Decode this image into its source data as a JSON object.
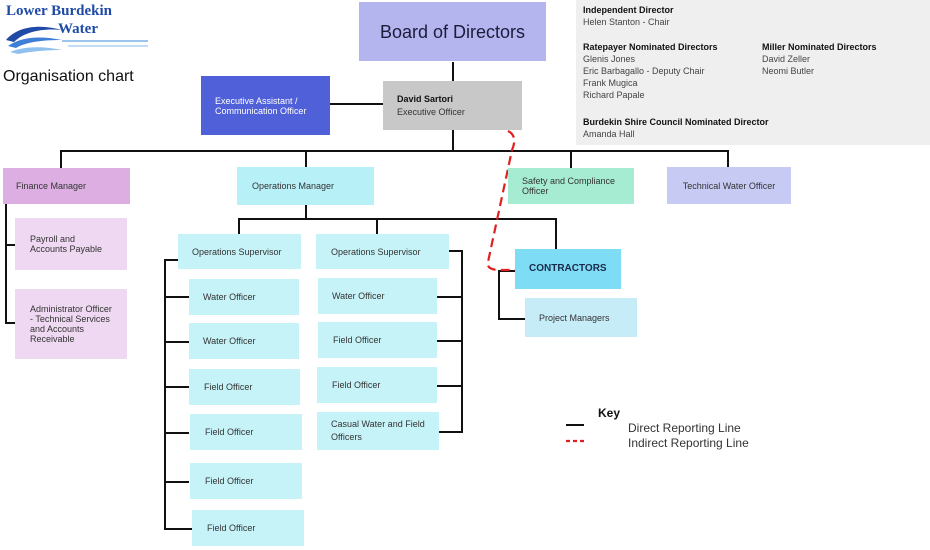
{
  "logo": {
    "line1": "Lower Burdekin",
    "line2": "Water"
  },
  "page_title": "Organisation chart",
  "board": {
    "label": "Board of Directors"
  },
  "ceo": {
    "name": "David Sartori",
    "title": "Executive Officer"
  },
  "exec_assistant": {
    "label": "Executive Assistant / Communication Officer"
  },
  "directors_panel": {
    "independent_heading": "Independent Director",
    "independent_names": [
      "Helen Stanton - Chair"
    ],
    "ratepayer_heading": "Ratepayer Nominated Directors",
    "ratepayer_names": [
      "Glenis Jones",
      "Eric Barbagallo - Deputy Chair",
      "Frank Mugica",
      "Richard Papale"
    ],
    "miller_heading": "Miller Nominated Directors",
    "miller_names": [
      "David Zeller",
      "Neomi Butler"
    ],
    "council_heading": "Burdekin Shire Council Nominated Director",
    "council_names": [
      "Amanda Hall"
    ]
  },
  "finance": {
    "manager": "Finance Manager",
    "payroll": "Payroll and Accounts Payable",
    "admin": "Administrator Officer - Technical Services and Accounts Receivable"
  },
  "operations": {
    "manager": "Operations Manager",
    "supervisor_left": "Operations Supervisor",
    "supervisor_right": "Operations Supervisor",
    "left_team": [
      "Water Officer",
      "Water Officer",
      "Field Officer",
      "Field Officer",
      "Field Officer",
      "Field Officer"
    ],
    "right_team": [
      "Water Officer",
      "Field Officer",
      "Field Officer",
      "Casual Water and Field Officers"
    ]
  },
  "safety": {
    "label": "Safety and Compliance Officer"
  },
  "technical": {
    "label": "Technical Water Officer"
  },
  "contractors": {
    "label": "CONTRACTORS",
    "project_managers": "Project Managers"
  },
  "key": {
    "title": "Key",
    "direct": "Direct Reporting Line",
    "indirect": "Indirect Reporting Line"
  },
  "colors": {
    "board": "#b4b4ee",
    "exec_assistant": "#5060d8",
    "ceo": "#c8c8c8",
    "directors_panel": "#efefef",
    "finance_manager": "#dcaee2",
    "finance_staff": "#efd8f2",
    "operations": "#b8f0f7",
    "operations_staff": "#c6f3f8",
    "safety": "#a6ecd3",
    "technical": "#c7cbf4",
    "contractors": "#7fdcf5",
    "project_managers": "#c6ecf8",
    "indirect_line": "#e02020"
  }
}
